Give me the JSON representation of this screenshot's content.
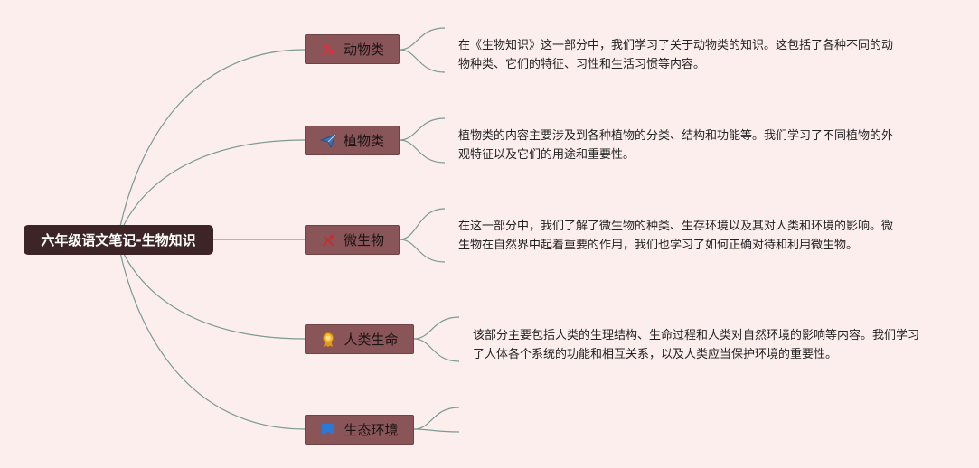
{
  "root": {
    "label": "六年级语文笔记-生物知识"
  },
  "colors": {
    "background": "#fdeeee",
    "root_fill": "#3d2527",
    "branch_fill": "#8a5558",
    "connector": "#7a9a93"
  },
  "branches": [
    {
      "label": "动物类",
      "icon": "paw-pick-icon",
      "note": "在《生物知识》这一部分中，我们学习了关于动物类的知识。这包括了各种不同的动物种类、它们的特征、习性和生活习惯等内容。"
    },
    {
      "label": "植物类",
      "icon": "paper-plane-icon",
      "note": "植物类的内容主要涉及到各种植物的分类、结构和功能等。我们学习了不同植物的外观特征以及它们的用途和重要性。"
    },
    {
      "label": "微生物",
      "icon": "tools-icon",
      "note": "在这一部分中，我们了解了微生物的种类、生存环境以及其对人类和环境的影响。微生物在自然界中起着重要的作用，我们也学习了如何正确对待和利用微生物。"
    },
    {
      "label": "人类生命",
      "icon": "award-ribbon-icon",
      "note": "该部分主要包括人类的生理结构、生命过程和人类对自然环境的影响等内容。我们学习了人体各个系统的功能和相互关系，以及人类应当保护环境的重要性。"
    },
    {
      "label": "生态环境",
      "icon": "flag-icon",
      "note": ""
    }
  ]
}
